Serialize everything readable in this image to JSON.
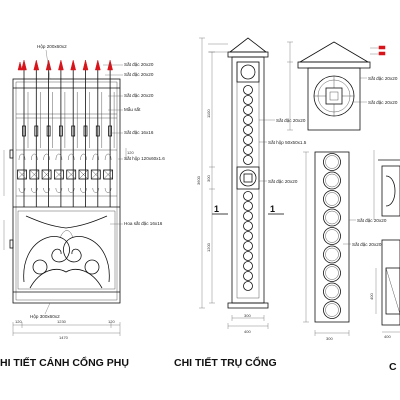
{
  "titles": {
    "gate_leaf": "HI TIẾT CÁNH CỔNG PHỤ",
    "pillar": "CHI TIẾT TRỤ CỔNG",
    "cut_right": "C"
  },
  "section_marks": {
    "left": "1",
    "right": "1"
  },
  "gate_labels": {
    "hop_top": "Hộp 200x60x2",
    "sat_dac_1": "Sắt đặc 20x20",
    "sat_dac_2": "Sắt đặc 20x20",
    "sat_dac_3": "Sắt đặc 20x20",
    "mau_sat": "Mẫu sắt",
    "sat_dac_4": "Sắt đặc 16x16",
    "sat_hop": "Sắt hộp 120x60x1.6",
    "hoa_sat": "Hoa sắt đặc 16x16",
    "hop_bottom": "Hộp 300x60x2"
  },
  "pillar_labels": {
    "sat_dac_a": "Sắt đặc 20x20",
    "sat_hop": "Sắt hộp 50x50x1.5",
    "sat_dac_b": "Sắt đặc 20x20"
  },
  "right_labels": {
    "a": "Sắt đặc 20x20",
    "b": "Sắt đặc 20x20",
    "c": "Sắt đặc 20x20",
    "d": "Sắt đặc 20x20"
  },
  "dims": {
    "gate_total": "1470",
    "gate_inner": "1230",
    "gate_right": "120",
    "gate_left": "120",
    "pillar_w1": "400",
    "pillar_w2": "300",
    "pillar_h_total": "3600",
    "pillar_seg_a": "1100",
    "pillar_seg_b": "1200",
    "pillar_seg_c": "300",
    "right_w1": "400",
    "right_h": "400"
  }
}
